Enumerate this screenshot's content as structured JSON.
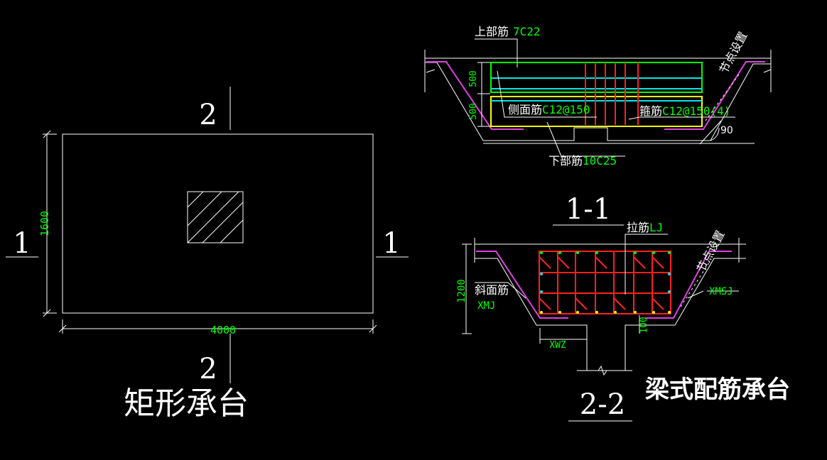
{
  "colors": {
    "background": "#000000",
    "line": "#ffffff",
    "dim": "#00ff00",
    "rebar_red": "#ff2020",
    "cyan": "#00e5e5",
    "yellow": "#ffff00",
    "magenta": "#e040e0",
    "green": "#00ff00"
  },
  "plan": {
    "title": "矩形承台",
    "section_1_left": "1",
    "section_1_right": "1",
    "section_2_top": "2",
    "section_2_bottom": "2",
    "dim_length": "4000",
    "dim_width": "1600"
  },
  "section11": {
    "title": "1-1",
    "top_bar_label": "上部筋",
    "top_bar_value": "7C22",
    "side_bar_label": "侧面筋",
    "side_bar_value": "C12@150",
    "stirrup_label": "箍筋",
    "stirrup_value": "C12@150(4)",
    "bottom_bar_label": "下部筋",
    "bottom_bar_value": "10C25",
    "node_label": "节点设置",
    "dim_upper": "500",
    "dim_lower": "500",
    "angle": "90"
  },
  "section22": {
    "title": "2-2",
    "tie_label": "拉筋",
    "tie_value": "LJ",
    "slope_label": "斜面筋",
    "xmj": "XMJ",
    "xmsj": "XMSJ",
    "xwz": "XWZ",
    "node_label": "节点设置",
    "dim_height": "1200",
    "dim_100": "100"
  },
  "caption": "梁式配筋承台"
}
